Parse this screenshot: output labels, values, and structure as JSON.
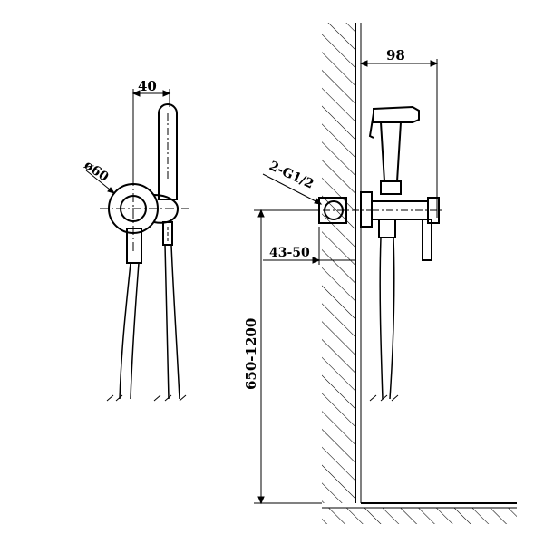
{
  "dimensions": {
    "width_front": "40",
    "flange_diameter": "ø60",
    "depth": "98",
    "thread": "2-G1/2",
    "wall_offset": "43-50",
    "height": "650-1200"
  },
  "colors": {
    "line": "#000000",
    "background": "#ffffff"
  }
}
